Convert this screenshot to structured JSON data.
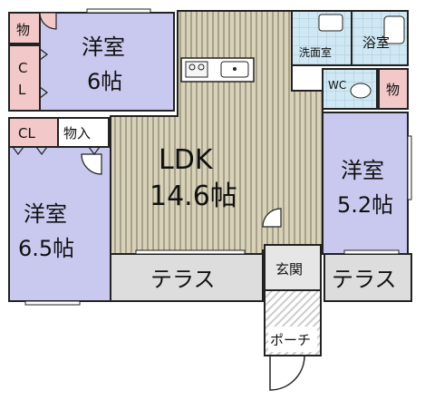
{
  "plan": {
    "rooms": {
      "western_6_name": "洋室",
      "western_6_size": "6帖",
      "ldk_name": "LDK",
      "ldk_size": "14.6帖",
      "western_65_name": "洋室",
      "western_65_size": "6.5帖",
      "western_52_name": "洋室",
      "western_52_size": "5.2帖",
      "storage_top": "物",
      "closet_c": "C",
      "closet_l": "L",
      "closet_cl": "CL",
      "storage_in": "物入",
      "washroom": "洗面室",
      "bathroom": "浴室",
      "wc": "WC",
      "storage_right": "物",
      "terrace_left": "テラス",
      "terrace_right": "テラス",
      "entrance": "玄関",
      "porch": "ポーチ"
    },
    "colors": {
      "bedroom": "#c9c9ef",
      "ldk_floor": "#d8d2b9",
      "ldk_stripe": "#a7a08a",
      "storage": "#f2c8c8",
      "wet_area": "#cfe8f4",
      "terrace": "#dddddd",
      "entrance": "#e6e6e6",
      "porch": "#ffffff",
      "wall": "#222222"
    }
  }
}
